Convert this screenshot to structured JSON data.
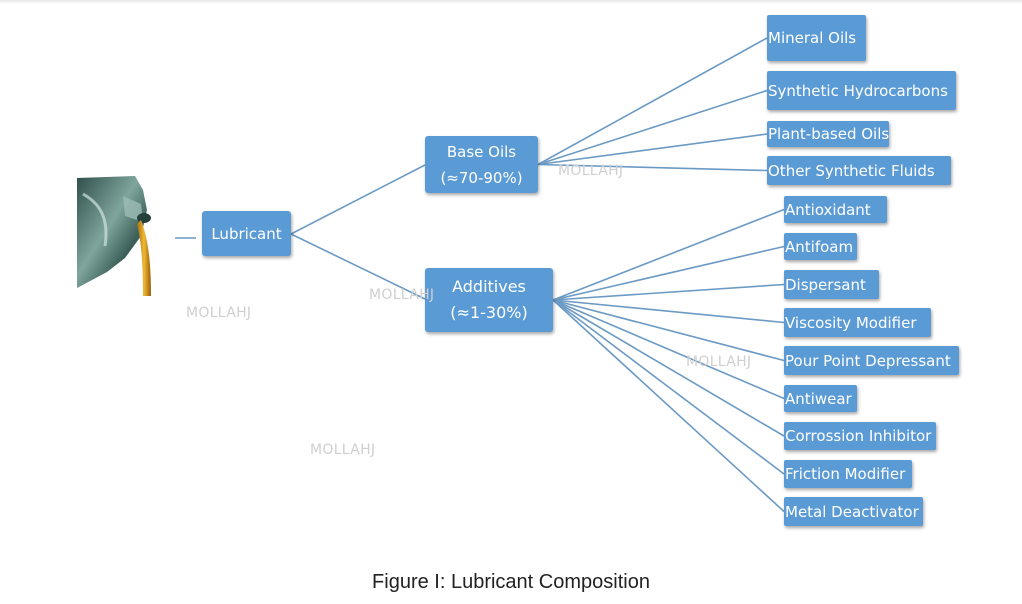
{
  "diagram": {
    "root": "Lubricant",
    "base_oils": {
      "line1": "Base Oils",
      "line2": "(≈70-90%)"
    },
    "additives": {
      "line1": "Additives",
      "line2": "(≈1-30%)"
    },
    "base_oil_types": [
      "Mineral Oils",
      "Synthetic Hydrocarbons",
      "Plant-based Oils",
      "Other Synthetic Fluids"
    ],
    "additive_types": [
      "Antioxidant",
      "Antifoam",
      "Dispersant",
      "Viscosity Modifier",
      "Pour Point Depressant",
      "Antiwear",
      "Corrossion Inhibitor",
      "Friction Modifier",
      "Metal Deactivator"
    ],
    "box_color": "#5b9bd5",
    "line_color": "#6b9ac4"
  },
  "watermarks": [
    "MOLLAHJ",
    "MOLLAHJ",
    "MOLLAHJ",
    "MOLLAHJ",
    "MOLLAHJ"
  ],
  "caption": "Figure I: Lubricant Composition",
  "icons": {
    "oil_can": "oil-can-icon"
  }
}
